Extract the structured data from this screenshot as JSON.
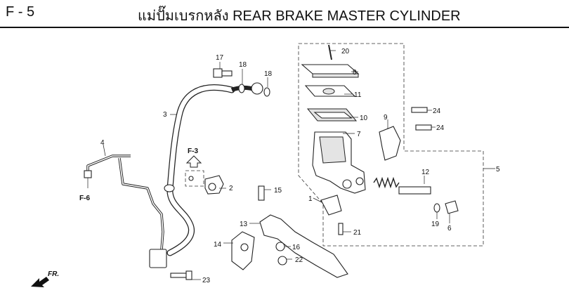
{
  "header": {
    "code": "F - 5",
    "title": "แม่ปั๊มเบรกหลัง  REAR BRAKE MASTER CYLINDER"
  },
  "diagram": {
    "part_numbers": [
      "1",
      "2",
      "3",
      "4",
      "5",
      "6",
      "7",
      "8",
      "9",
      "10",
      "11",
      "12",
      "13",
      "14",
      "15",
      "16",
      "17",
      "18",
      "18",
      "19",
      "20",
      "21",
      "22",
      "23",
      "24",
      "24"
    ],
    "references": {
      "f3": "F-3",
      "f6": "F-6",
      "front": "FR."
    }
  }
}
